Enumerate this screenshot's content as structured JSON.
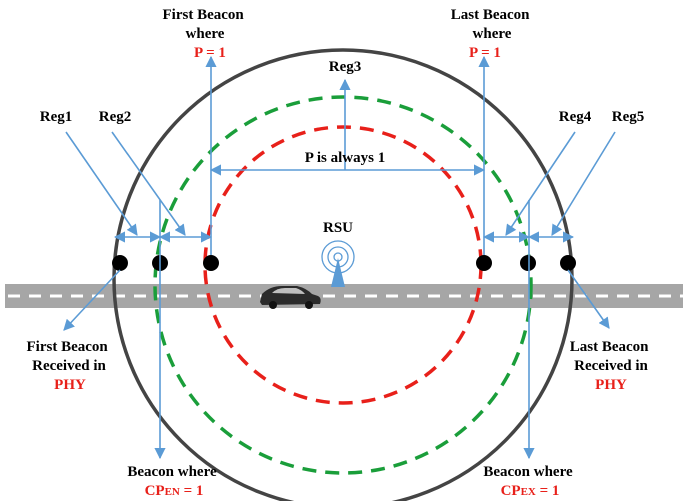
{
  "labels": {
    "top_left": [
      "First Beacon",
      "where"
    ],
    "top_left_eq": "P = 1",
    "top_right": [
      "Last Beacon",
      "where"
    ],
    "top_right_eq": "P = 1",
    "reg1": "Reg1",
    "reg2": "Reg2",
    "reg3": "Reg3",
    "reg4": "Reg4",
    "reg5": "Reg5",
    "p_always": "P is always 1",
    "rsu": "RSU",
    "bottom_left": [
      "First Beacon",
      "Received in"
    ],
    "bottom_left_phy": "PHY",
    "bottom_right": [
      "Last Beacon",
      "Received in"
    ],
    "bottom_right_phy": "PHY",
    "beacon_where_left": "Beacon where",
    "cp_en_main": "CP",
    "cp_en_sub": "EN",
    "cp_en_val": " = 1",
    "beacon_where_right": "Beacon where",
    "cp_ex_main": "CP",
    "cp_ex_sub": "EX",
    "cp_ex_val": " = 1"
  },
  "colors": {
    "outer_circle": "#444444",
    "green_circle": "#1a9e3a",
    "red_circle": "#e8201a",
    "arrow": "#5b9bd5",
    "road": "#a6a6a6",
    "road_dash": "#ffffff",
    "label_red": "#e8201a"
  }
}
